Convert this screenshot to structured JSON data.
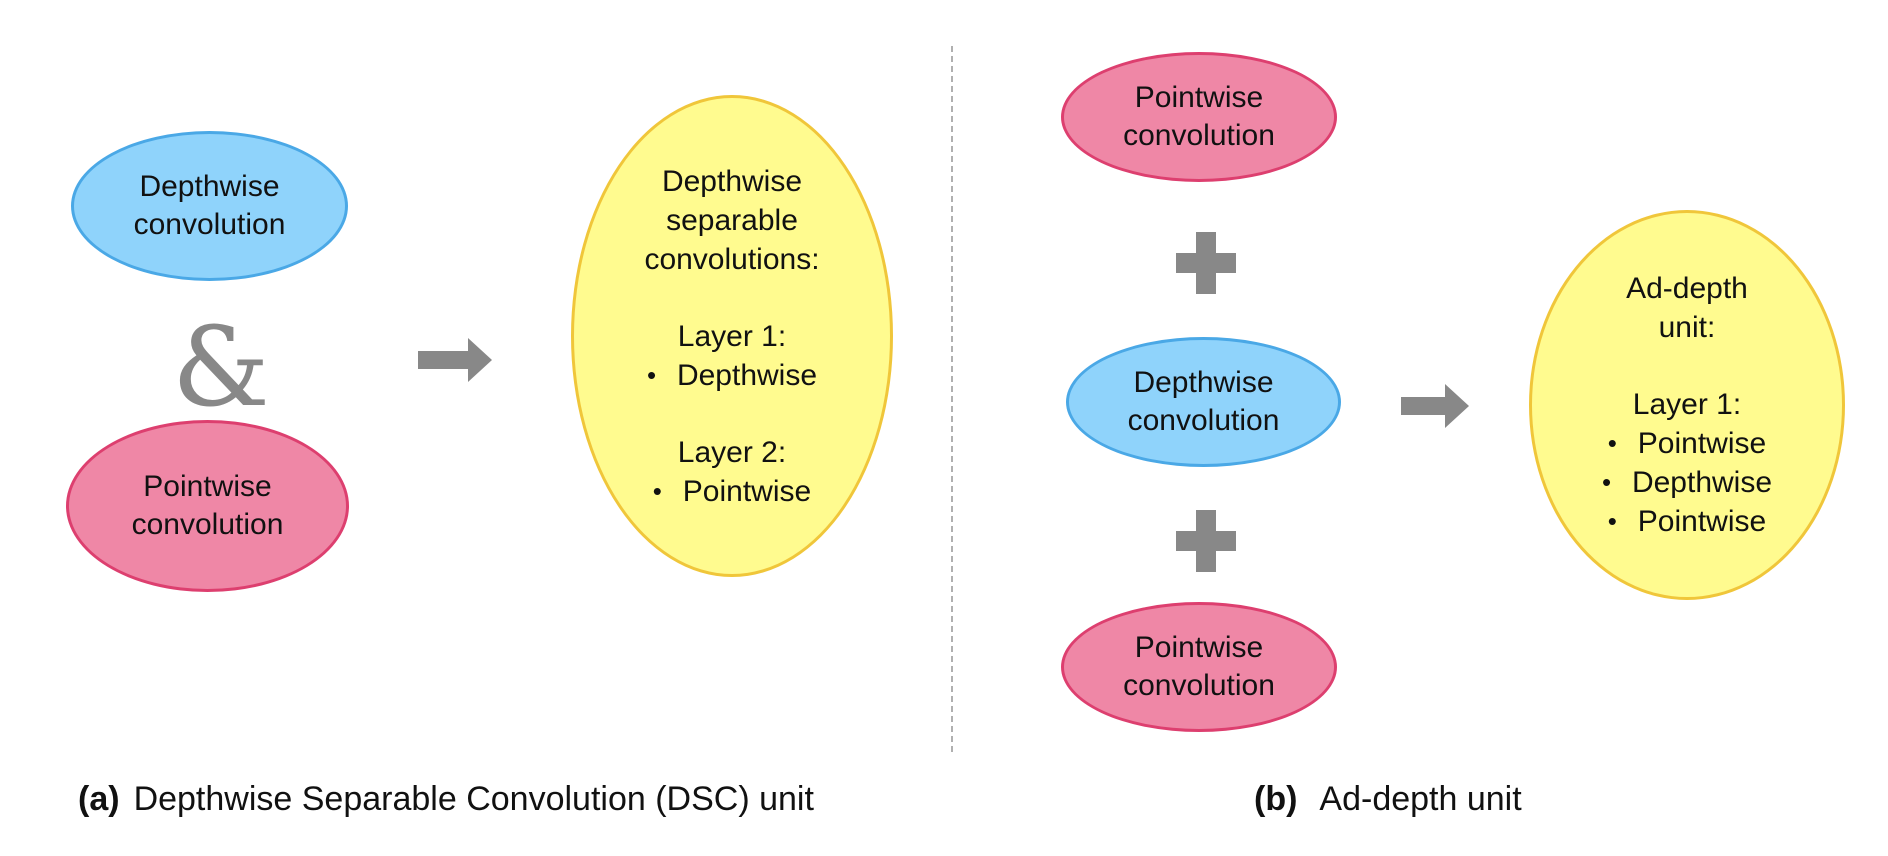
{
  "panel_a": {
    "depthwise_label": "Depthwise\nconvolution",
    "ampersand": "&",
    "pointwise_label": "Pointwise\nconvolution",
    "result_title": "Depthwise\nseparable\nconvolutions:",
    "layer1_title": "Layer 1:",
    "layer1_items": [
      "Depthwise"
    ],
    "layer2_title": "Layer 2:",
    "layer2_items": [
      "Pointwise"
    ],
    "caption_letter": "(a)",
    "caption_text": "Depthwise Separable Convolution (DSC) unit"
  },
  "panel_b": {
    "top_label": "Pointwise\nconvolution",
    "middle_label": "Depthwise\nconvolution",
    "bottom_label": "Pointwise\nconvolution",
    "result_title": "Ad-depth\nunit:",
    "layer1_title": "Layer 1:",
    "layer1_items": [
      "Pointwise",
      "Depthwise",
      "Pointwise"
    ],
    "caption_letter": "(b)",
    "caption_text": "Ad-depth unit"
  },
  "bullet_glyph": "•",
  "colors": {
    "blue_fill": "#8fd3fb",
    "blue_border": "#4aa8e6",
    "pink_fill": "#ef87a6",
    "pink_border": "#dd3f6f",
    "yellow_fill": "#fffb8f",
    "yellow_border": "#f0c63a",
    "symbol_gray": "#888888"
  },
  "icons": {
    "arrow": "right-arrow-icon",
    "plus": "plus-icon",
    "ampersand": "ampersand-icon"
  }
}
